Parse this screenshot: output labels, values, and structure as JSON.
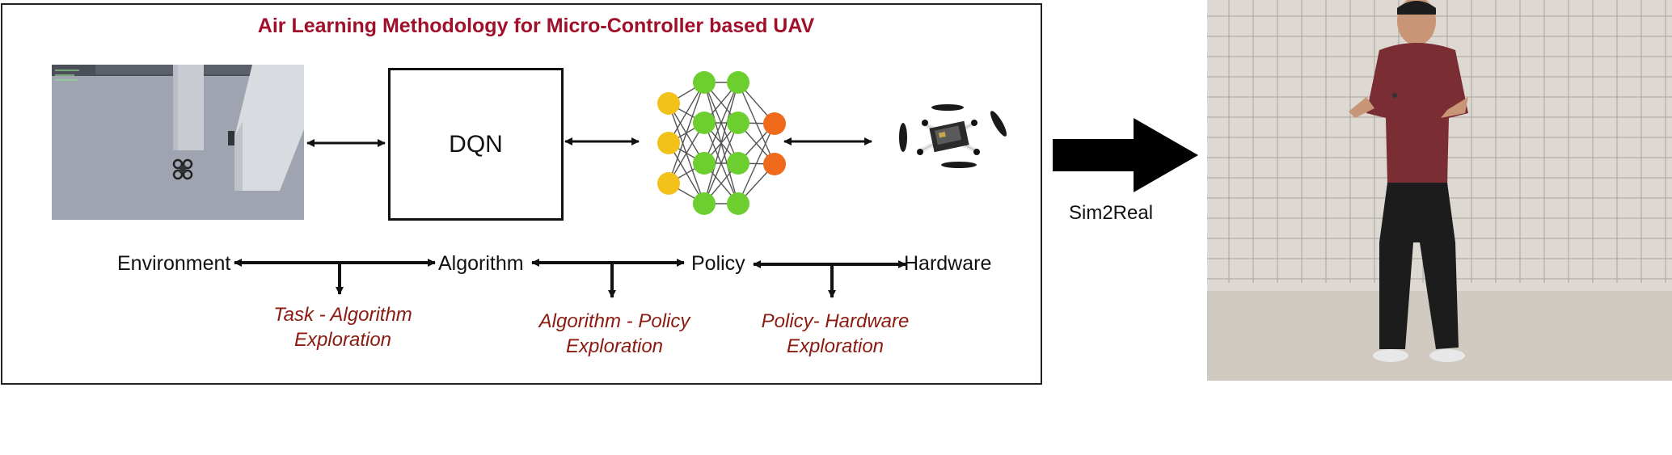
{
  "title": "Air Learning Methodology for Micro-Controller based UAV",
  "dqn_label": "DQN",
  "stages": {
    "environment": "Environment",
    "algorithm": "Algorithm",
    "policy": "Policy",
    "hardware": "Hardware"
  },
  "explorations": {
    "task_algorithm": [
      "Task - Algorithm",
      "Exploration"
    ],
    "algorithm_policy": [
      "Algorithm - Policy",
      "Exploration"
    ],
    "policy_hardware": [
      "Policy- Hardware",
      "Exploration"
    ]
  },
  "sim2real_label": "Sim2Real",
  "colors": {
    "title": "#a0102a",
    "exploration_text": "#8b1a10",
    "nn_input": "#f2c21b",
    "nn_hidden": "#6ccf2f",
    "nn_output": "#ef6a1a"
  },
  "icons": {
    "environment": "simulator-screenshot",
    "policy": "neural-network-icon",
    "hardware": "quadcopter-drone-image",
    "real_world": "person-flying-drone-photo"
  }
}
